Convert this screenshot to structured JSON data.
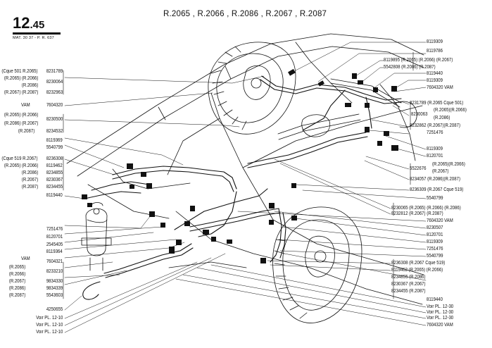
{
  "header": {
    "page_number": "12",
    "page_sub": ".45",
    "page_ref": "MAT. 30 37 - P. R. 637",
    "models": "R.2065 , R.2066 , R.2086 , R.2067 , R.2087"
  },
  "colors": {
    "ink": "#111111",
    "background": "#ffffff"
  },
  "right_labels": [
    "8119309",
    "8119786",
    "8119895 (R.2065) (R.2066) (R.2067)",
    "5542808 (R.2086) (R.2087)",
    "8119440",
    "8119309",
    "7604320 VAM",
    "8231789 (R.2065 Cque 501)",
    "(R.2065)(R.2066)",
    "8230063",
    "(R.2086)",
    "8232862 (R.2067)(R.2087)",
    "7251476",
    "8119309",
    "8120701",
    "5522676",
    "(R.2065)(R.2066)",
    "(R.2067)",
    "8234057 (R.2086)(R.2087)",
    "8236309 (R.2067 Cque 519)",
    "5540799",
    "8230065 (R.2065) (R.2066) (R.2086)",
    "8232812 (R.2067) (R.2087)",
    "7604320 VAM",
    "8230507",
    "8120701",
    "8119309",
    "7251476",
    "5540799",
    "8236308 (R.2067 Cque 519)",
    "8119462 (R.2065) (R.2066)",
    "8234855 (R.2086)",
    "8230367 (R.2067)",
    "8234455 (R.2087)",
    "8119440",
    "Voir PL. 12-30",
    "Voir PL. 12-30",
    "Voir PL. 12-30",
    "7604320 VAM"
  ],
  "left_labels": [
    "(Cque 501 R.2065)",
    "8231789",
    "(R.2065) (R.2066)",
    "8230064",
    "(R.2086)",
    "(R.2067) (R.2087)",
    "8232963",
    "VAM",
    "7604320",
    "(R.2065) (R.2066)",
    "8230500",
    "(R.2086) (R.2067)",
    "(R.2087)",
    "8234532",
    "8119369",
    "5540799",
    "(Cque 519 R.2067)",
    "8236308",
    "(R.2065) (R.2066)",
    "8119462",
    "(R.2086)",
    "8234855",
    "(R.2067)",
    "8230367",
    "(R.2087)",
    "8234455",
    "8119440",
    "7251476",
    "8120701",
    "2545405",
    "8119364",
    "VAM",
    "7604321",
    "(R.2065)",
    "(R.2066)",
    "8233210",
    "(R.2067)",
    "9834330",
    "(R.2086)",
    "9834339",
    "(R.2087)",
    "5543603",
    "4250655",
    "Voir PL. 12-10",
    "Voir PL. 12-10",
    "Voir PL. 12-10"
  ]
}
